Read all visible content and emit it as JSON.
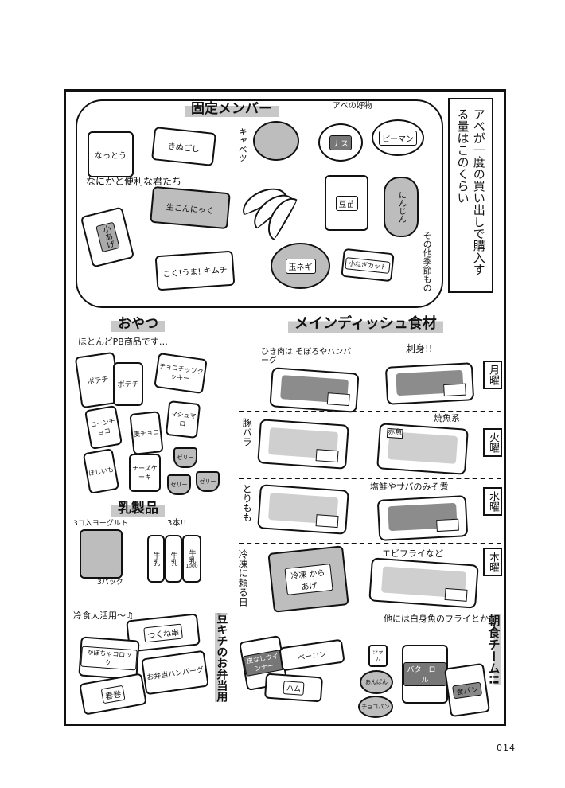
{
  "page_number": "014",
  "side_note": "アベが一度の買い出しで購入する量はこのくらい",
  "fixed": {
    "header": "固定メンバー",
    "favorite_note": "アベの好物",
    "handy_note": "なにかと便利な君たち",
    "seasonal_note": "その他季節もの",
    "items": [
      "なっとう",
      "きぬごし",
      "キャベツ",
      "ナス",
      "ピーマン",
      "生こんにゃく",
      "小あげ",
      "豆苗",
      "にんじん",
      "こく!うま! キムチ",
      "玉ネギ",
      "小ねぎカット"
    ]
  },
  "snacks": {
    "header": "おやつ",
    "note": "ほとんどPB商品です…",
    "items": [
      "ポテチ",
      "ポテチ",
      "チョコチップクッキー",
      "コーンチョコ",
      "麦チョコ",
      "マシュマロ",
      "ほしいも",
      "チーズケーキ",
      "ゼリー",
      "ゼリー",
      "ゼリー"
    ]
  },
  "dairy": {
    "header": "乳製品",
    "yogurt_note": "3コ入ヨーグルト",
    "yogurt_count": "3パック",
    "milk_note": "3本!!",
    "milk": [
      "牛乳",
      "牛乳",
      "牛乳"
    ],
    "milk_volume": "1000"
  },
  "frozen": {
    "note": "冷食大活用〜♫",
    "side_label": "豆キチのお弁当用",
    "items": [
      "つくね串",
      "かぼちゃコロッケ",
      "お弁当ハンバーグ",
      "春巻"
    ]
  },
  "main": {
    "header": "メインディッシュ食材",
    "days": [
      {
        "day": "月曜",
        "left_note": "ひき肉は そぼろやハンバーグ",
        "right_note": "刺身!!"
      },
      {
        "day": "火曜",
        "left_note": "豚バラ",
        "right_note": "焼魚系",
        "right_tag": "赤魚"
      },
      {
        "day": "水曜",
        "left_note": "とりもも",
        "right_note": "塩鮭やサバのみそ煮"
      },
      {
        "day": "木曜",
        "left_note": "冷凍に頼る日",
        "left_tag": "冷凍 からあげ",
        "right_note": "エビフライなど",
        "extra_note": "他には白身魚のフライとか"
      }
    ]
  },
  "breakfast": {
    "label": "朝食チーム!!",
    "items": [
      "皮なしウインナー",
      "ベーコン",
      "ハム",
      "ジャム",
      "あんぱん",
      "チョコパン",
      "バターロール",
      "食パン"
    ]
  }
}
